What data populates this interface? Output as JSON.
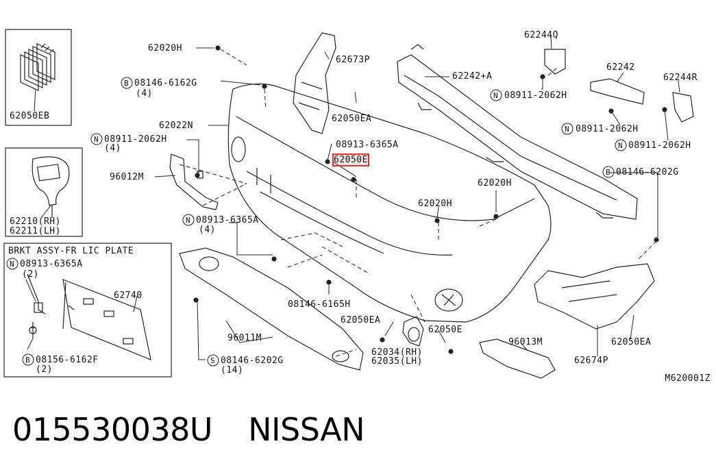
{
  "diagram_code": "M620001Z",
  "footer": {
    "part_number": "015530038U",
    "brand": "NISSAN"
  },
  "inset_lic_plate": {
    "title": "BRKT ASSY-FR LIC PLATE"
  },
  "labels": {
    "p62050EB": "62050EB",
    "p62210": "62210(RH)",
    "p62211": "62211(LH)",
    "p62020H_top": "62020H",
    "b08146_6162G": "08146-6162G",
    "q_4a": "(4)",
    "p62022N": "62022N",
    "n08911_2062H_left": "08911-2062H",
    "q_4b": "(4)",
    "p96012M": "96012M",
    "n08913_6365A_mid": "08913-6365A",
    "q_4c": "(4)",
    "n08913_6365A_box": "08913-6365A",
    "q_2a": "(2)",
    "p62740": "62740",
    "b08156_6162F": "08156-6162F",
    "q_2b": "(2)",
    "p62673P": "62673P",
    "p62050EA_top": "62050EA",
    "p08913_6365A_c": "08913-6365A",
    "p62050E_hl": "62050E",
    "p62020H_mid": "62020H",
    "p62020H_right": "62020H",
    "p08146_6165H": "08146-6165H",
    "p96011M": "96011M",
    "s08146_6202G": "08146-6202G",
    "q_14": "(14)",
    "p62050EA_bot": "62050EA",
    "p62034": "62034(RH)",
    "p62035": "62035(LH)",
    "p62050E_bot": "62050E",
    "p96013M": "96013M",
    "p62674P": "62674P",
    "p62050EA_right": "62050EA",
    "p62244Q": "62244Q",
    "p62242A": "62242+A",
    "n08911_2062H_r1": "08911-2062H",
    "p62242": "62242",
    "p62244R": "62244R",
    "n08911_2062H_r2": "08911-2062H",
    "n08911_2062H_r3": "08911-2062H",
    "b08146_6202G": "08146-6202G"
  },
  "symbols": {
    "B": "B",
    "N": "N",
    "S": "S"
  },
  "highlight": {
    "part": "62050E",
    "color": "#e23030"
  }
}
